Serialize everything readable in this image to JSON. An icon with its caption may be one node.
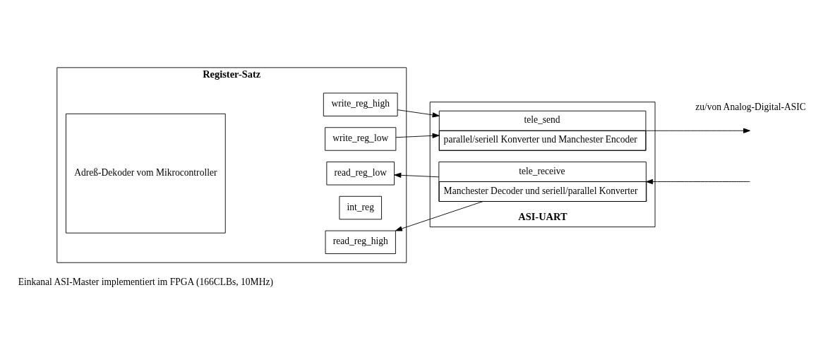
{
  "diagram": {
    "nodes": [
      {
        "text": [
          "Register-Satz"
        ]
      },
      {
        "text": [
          "Adreß-Dekoder vom Mikrocontroller"
        ],
        "in": 0
      },
      {
        "text": [
          "write_reg_low"
        ],
        "in": 0
      },
      {
        "text": [
          "write_reg_high"
        ],
        "in": 0
      },
      {
        "text": [
          "int_reg"
        ],
        "in": 0
      },
      {
        "text": [
          "read_reg_low"
        ],
        "in": 0
      },
      {
        "text": [
          "read_reg_high"
        ],
        "in": 0
      },
      {
        "text": [
          "ASI-UART"
        ]
      },
      {
        "text": [
          "tele_send",
          "parallel/seriell Konverter und Manchester Encoder"
        ],
        "in": 7
      },
      {
        "text": [
          "tele_receive",
          "Manchester Decoder und seriell/parallel Konverter"
        ],
        "in": 7
      }
    ],
    "edges": [
      {
        "from": 2,
        "to": 8,
        "arrow": "to"
      },
      {
        "from": 3,
        "to": 8,
        "arrow": "to"
      },
      {
        "from": 9,
        "to": 5,
        "arrow": "to"
      },
      {
        "from": 9,
        "to": 6,
        "arrow": "to"
      },
      {
        "from": 8,
        "to": null,
        "arrow": "to"
      },
      {
        "from": null,
        "to": 9,
        "arrow": "to"
      }
    ],
    "labels": [
      "zu/von Analog-Digital-ASIC",
      "Einkanal ASI-Master implementiert im FPGA (166CLBs, 10MHz)"
    ]
  }
}
